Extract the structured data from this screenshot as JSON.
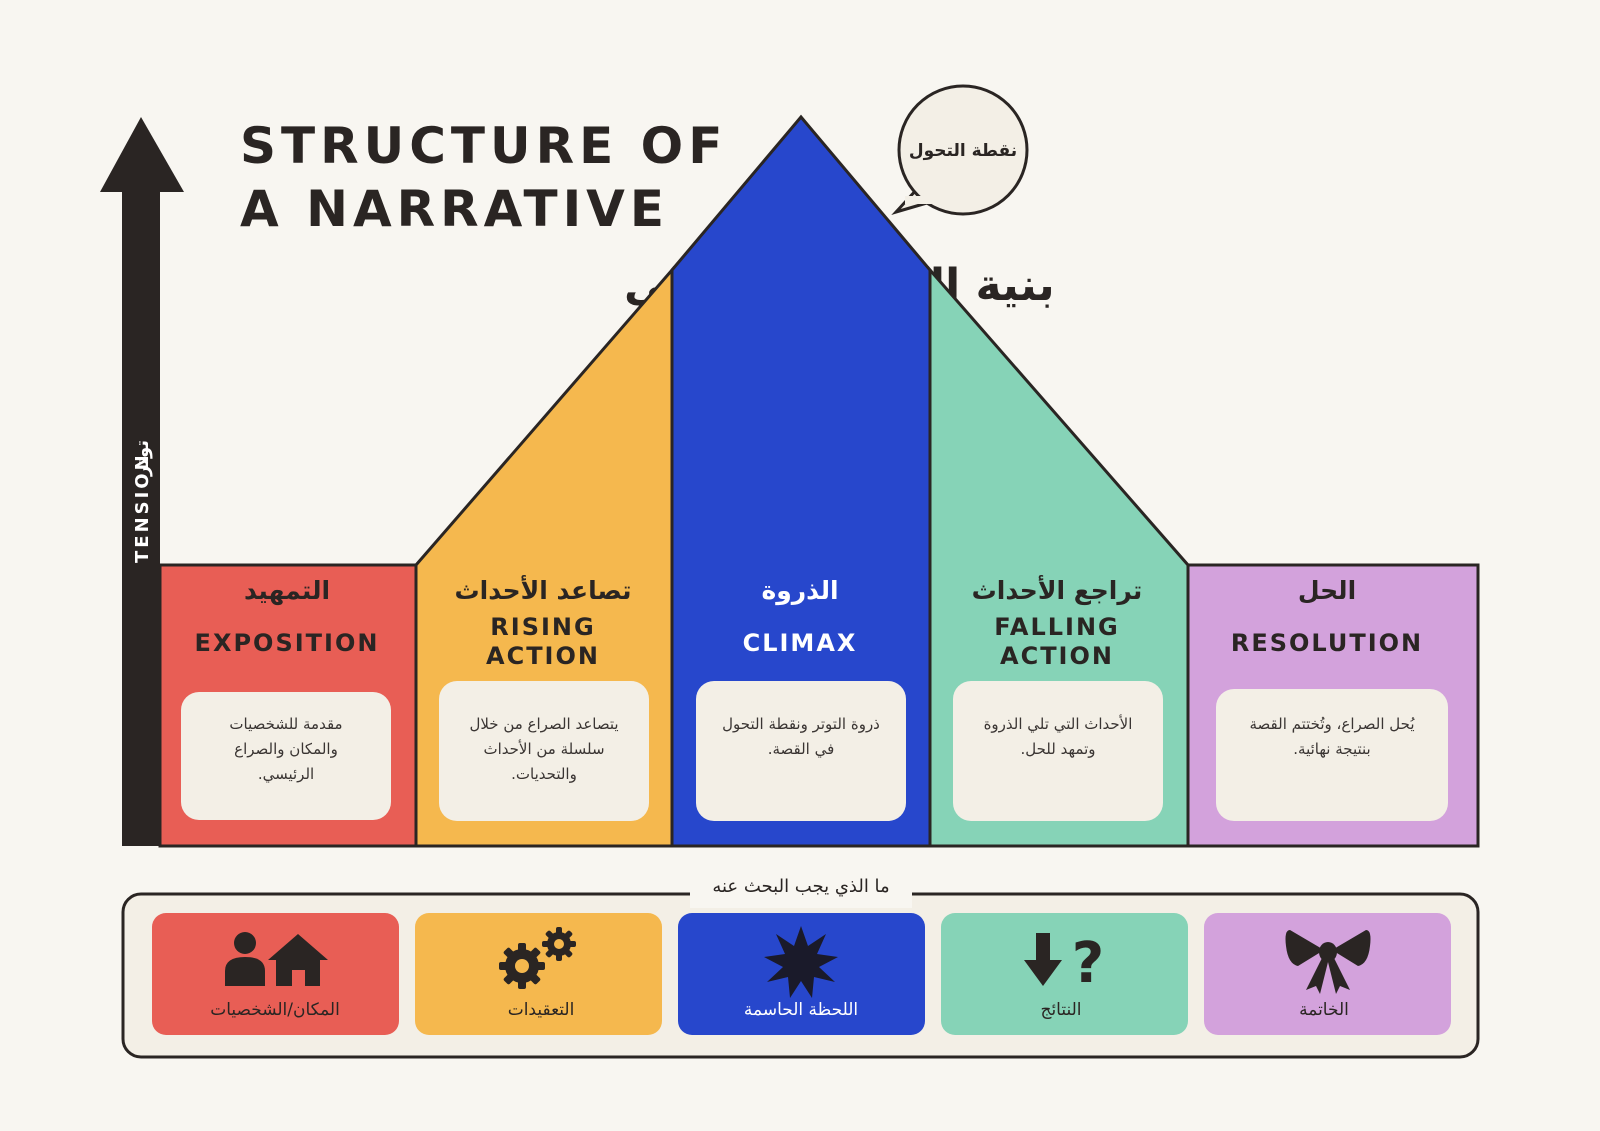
{
  "title": {
    "line1": "STRUCTURE OF",
    "line2": "A NARRATIVE",
    "arabic": "بنية السرد القصصي"
  },
  "axis": {
    "label_en": "TENSION",
    "label_ar": "توتر"
  },
  "turning_point": "نقطة التحول",
  "stages": [
    {
      "ar": "التمهيد",
      "en": [
        "EXPOSITION"
      ],
      "desc": [
        "مقدمة للشخصيات",
        "والمكان والصراع",
        "الرئيسي."
      ],
      "color": "#e85e55",
      "text_color": "#2a2523"
    },
    {
      "ar": "تصاعد الأحداث",
      "en": [
        "RISING",
        "ACTION"
      ],
      "desc": [
        "يتصاعد الصراع من خلال",
        "سلسلة من الأحداث",
        "والتحديات."
      ],
      "color": "#f5b84e",
      "text_color": "#2a2523"
    },
    {
      "ar": "الذروة",
      "en": [
        "CLIMAX"
      ],
      "desc": [
        "ذروة التوتر ونقطة التحول",
        "في القصة."
      ],
      "color": "#2747cc",
      "text_color": "#ffffff"
    },
    {
      "ar": "تراجع الأحداث",
      "en": [
        "FALLING",
        "ACTION"
      ],
      "desc": [
        "الأحداث التي تلي الذروة",
        "وتمهد للحل."
      ],
      "color": "#86d3b7",
      "text_color": "#2a2523"
    },
    {
      "ar": "الحل",
      "en": [
        "RESOLUTION"
      ],
      "desc": [
        "يُحل الصراع، وتُختتم القصة",
        "بنتيجة نهائية."
      ],
      "color": "#d3a2dc",
      "text_color": "#2a2523"
    }
  ],
  "legend": {
    "title": "ما الذي يجب البحث عنه",
    "items": [
      {
        "label": "المكان/الشخصيات",
        "icon": "person-house-icon",
        "color": "#e85e55",
        "text_color": "#2a2523"
      },
      {
        "label": "التعقيدات",
        "icon": "gears-icon",
        "color": "#f5b84e",
        "text_color": "#2a2523"
      },
      {
        "label": "اللحظة الحاسمة",
        "icon": "starburst-icon",
        "color": "#2747cc",
        "text_color": "#ffffff"
      },
      {
        "label": "النتائج",
        "icon": "arrow-question-icon",
        "color": "#86d3b7",
        "text_color": "#2a2523"
      },
      {
        "label": "الخاتمة",
        "icon": "bow-icon",
        "color": "#d3a2dc",
        "text_color": "#2a2523"
      }
    ]
  },
  "colors": {
    "background": "#f8f6f1",
    "outline": "#2a2523",
    "card": "#f3efe6"
  }
}
